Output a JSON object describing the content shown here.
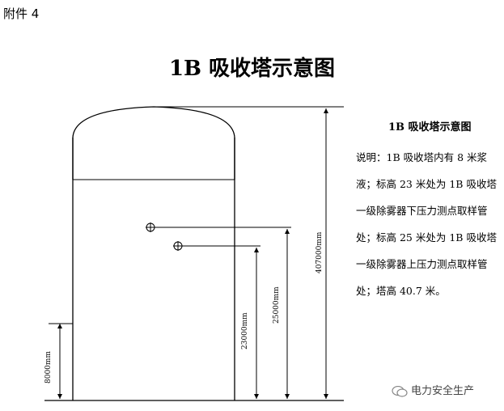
{
  "header": {
    "attachment_label": "附件 4"
  },
  "title": "1B 吸收塔示意图",
  "note": {
    "heading": "1B 吸收塔示意图",
    "body": "说明：1B 吸收塔内有 8 米浆液；标高 23 米处为 1B 吸收塔一级除雾器下压力测点取样管处；标高 25 米处为 1B 吸收塔一级除雾器上压力测点取样管处；塔高 40.7 米。"
  },
  "dimensions": {
    "slurry": "8000mm",
    "lower_tap": "23000mm",
    "upper_tap": "25000mm",
    "tower": "407000mm"
  },
  "watermark": {
    "text": "电力安全生产",
    "icon": "wechat-icon"
  }
}
